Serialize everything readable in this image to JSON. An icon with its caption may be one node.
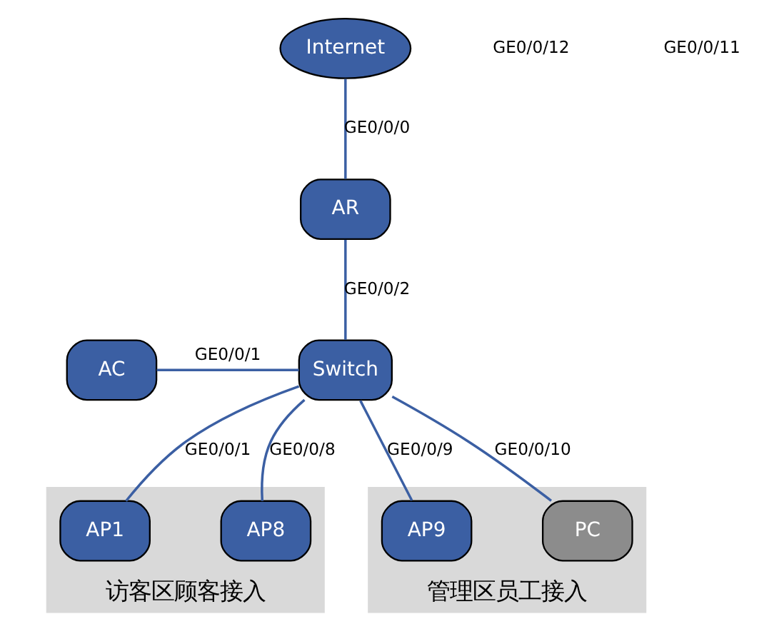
{
  "diagram": {
    "nodes": [
      {
        "text": [
          "Internet"
        ]
      },
      {
        "text": [
          "AR"
        ]
      },
      {
        "text": [
          "Switch"
        ]
      },
      {
        "text": [
          "AC"
        ]
      },
      {
        "text": [
          "访客区顾客接入"
        ]
      },
      {
        "text": [
          "AP1"
        ],
        "in": 4
      },
      {
        "text": [
          "AP8"
        ],
        "in": 4
      },
      {
        "text": [
          "管理区员工接入"
        ]
      },
      {
        "text": [
          "AP9"
        ],
        "in": 7
      },
      {
        "text": [
          "PC"
        ],
        "in": 7
      }
    ],
    "edges": [
      {
        "from": 1,
        "to": 0,
        "arrow": "none",
        "label": "GE0/0/0"
      },
      {
        "from": 1,
        "to": 2,
        "arrow": "none",
        "label": "GE0/0/2"
      },
      {
        "from": 3,
        "to": 2,
        "arrow": "none",
        "label": "GE0/0/1"
      },
      {
        "from": 2,
        "to": 5,
        "arrow": "none",
        "label": "GE0/0/1"
      },
      {
        "from": 2,
        "to": 6,
        "arrow": "none",
        "label": "GE0/0/8"
      },
      {
        "from": 2,
        "to": 8,
        "arrow": "none",
        "label": "GE0/0/9"
      },
      {
        "from": 2,
        "to": 9,
        "arrow": "none",
        "label": "GE0/0/10"
      }
    ],
    "labels": [
      "GE0/0/12",
      "GE0/0/11"
    ]
  }
}
